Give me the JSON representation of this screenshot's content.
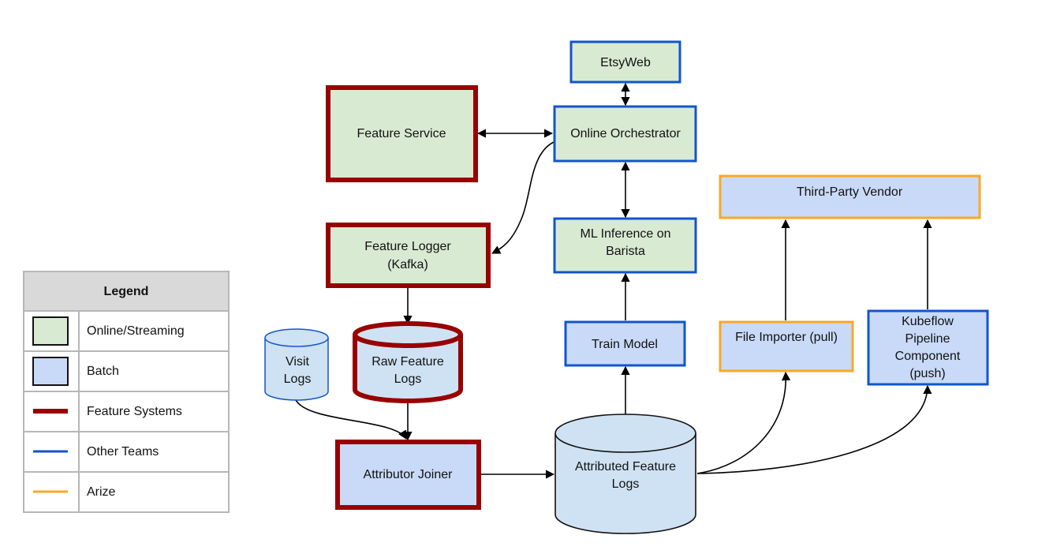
{
  "colors": {
    "online_fill": "#d9ead3",
    "batch_fill": "#c9daf8",
    "cyl_fill": "#cfe2f3",
    "feature_systems": "#990000",
    "other_teams": "#1155cc",
    "arize": "#f9a825",
    "legend_header": "#d9d9d9",
    "legend_border": "#b7b7b7",
    "arrow": "#000000"
  },
  "legend": {
    "title": "Legend",
    "items": [
      {
        "key": "online",
        "label": "Online/Streaming",
        "swatch": "fill",
        "color": "#d9ead3"
      },
      {
        "key": "batch",
        "label": "Batch",
        "swatch": "fill",
        "color": "#c9daf8"
      },
      {
        "key": "feature",
        "label": "Feature Systems",
        "swatch": "line",
        "color": "#990000"
      },
      {
        "key": "other",
        "label": "Other Teams",
        "swatch": "line",
        "color": "#1155cc"
      },
      {
        "key": "arize",
        "label": "Arize",
        "swatch": "line",
        "color": "#f9a825"
      }
    ]
  },
  "nodes": {
    "etsyweb": {
      "lines": [
        "EtsyWeb"
      ]
    },
    "feature_service": {
      "lines": [
        "Feature Service"
      ]
    },
    "online_orchestrator": {
      "lines": [
        "Online Orchestrator"
      ]
    },
    "third_party_vendor": {
      "lines": [
        "Third-Party Vendor"
      ]
    },
    "feature_logger": {
      "lines": [
        "Feature Logger",
        "(Kafka)"
      ]
    },
    "ml_inference": {
      "lines": [
        "ML Inference on",
        "Barista"
      ]
    },
    "visit_logs": {
      "lines": [
        "Visit",
        "Logs"
      ]
    },
    "raw_feature_logs": {
      "lines": [
        "Raw Feature",
        "Logs"
      ]
    },
    "train_model": {
      "lines": [
        "Train Model"
      ]
    },
    "file_importer": {
      "lines": [
        "File Importer (pull)"
      ]
    },
    "kubeflow": {
      "lines": [
        "Kubeflow",
        "Pipeline",
        "Component",
        "(push)"
      ]
    },
    "attributor_joiner": {
      "lines": [
        "Attributor Joiner"
      ]
    },
    "attributed_feature_logs": {
      "lines": [
        "Attributed Feature",
        "Logs"
      ]
    }
  }
}
